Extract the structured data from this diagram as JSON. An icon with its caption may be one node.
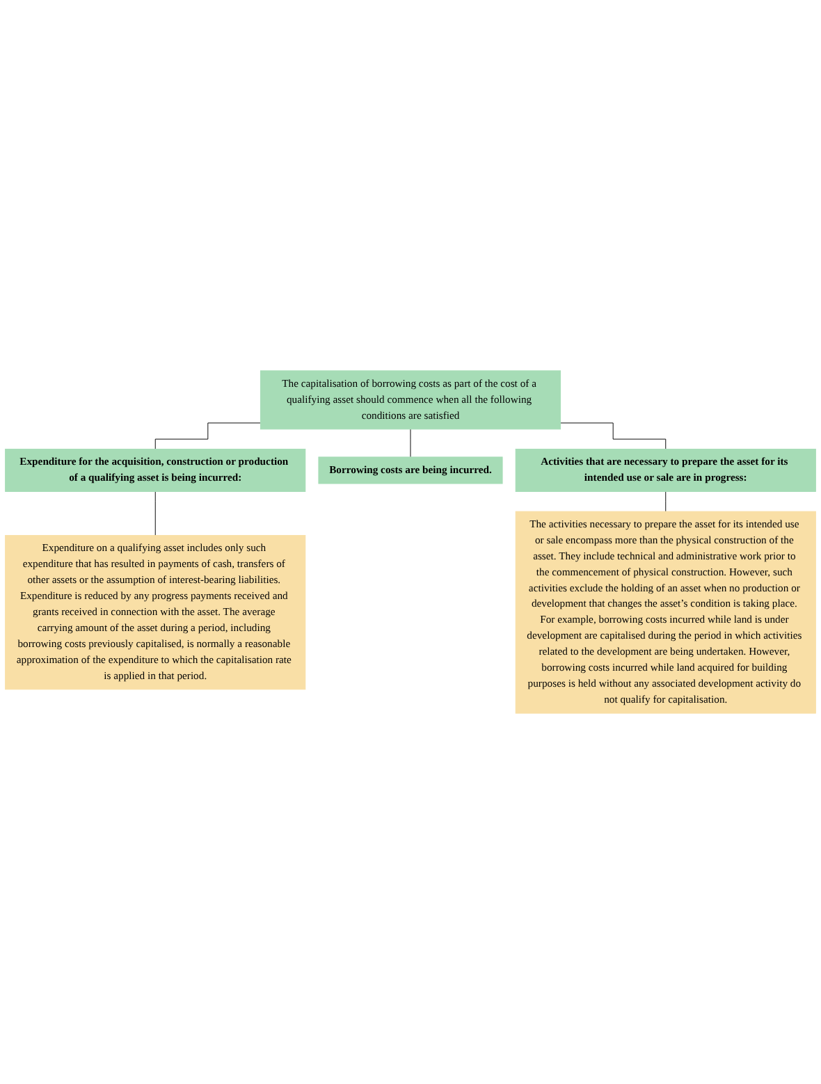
{
  "diagram": {
    "nodes": [
      {
        "text": [
          "The capitalisation of borrowing costs as part of the cost of a qualifying asset should commence when all the following conditions are satisfied"
        ]
      },
      {
        "text": [
          "Expenditure for the acquisition, construction or production of a qualifying asset is being incurred:"
        ]
      },
      {
        "text": [
          "Borrowing costs are being incurred."
        ]
      },
      {
        "text": [
          "Activities that are necessary to prepare the asset for its intended use or sale are in progress:"
        ]
      },
      {
        "text": [
          "Expenditure on a qualifying asset includes only such expenditure that has resulted in payments of cash, transfers of other assets or the assumption of interest-bearing liabilities. Expenditure is reduced by any progress payments received and grants received in connection with the asset. The average carrying amount of the asset during a period, including borrowing costs previously capitalised, is normally a reasonable approximation of the expenditure to which the capitalisation rate is applied in that period."
        ]
      },
      {
        "text": [
          "The activities necessary to prepare the asset for its intended use or sale encompass more than the physical construction of the asset. They include technical and administrative work prior to the commencement of physical construction. However, such activities exclude the holding of an asset when no production or development that changes the asset’s condition is taking place. For example, borrowing costs incurred while land is under development are capitalised during the period in which activities related to the development are being undertaken. However, borrowing costs incurred while land acquired for building purposes is held without any associated development activity do not qualify for capitalisation."
        ]
      }
    ],
    "edges": [
      {
        "from": 0,
        "to": 1,
        "arrow": "none"
      },
      {
        "from": 0,
        "to": 2,
        "arrow": "none"
      },
      {
        "from": 0,
        "to": 3,
        "arrow": "none"
      },
      {
        "from": 1,
        "to": 4,
        "arrow": "none"
      },
      {
        "from": 3,
        "to": 5,
        "arrow": "none"
      }
    ]
  }
}
